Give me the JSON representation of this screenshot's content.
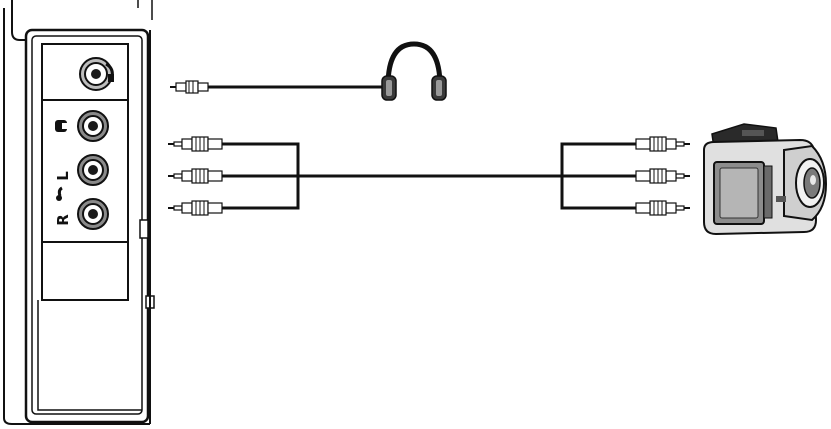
{
  "panel": {
    "jacks": [
      {
        "id": "headphone-out",
        "label": "",
        "symbol": "headphone-symbol"
      },
      {
        "id": "video-in",
        "label": "",
        "symbol": "video-symbol"
      },
      {
        "id": "audio-left",
        "label": "L",
        "symbol": "audio-symbol"
      },
      {
        "id": "audio-right",
        "label": "R",
        "symbol": ""
      }
    ]
  },
  "devices": {
    "headphones": {
      "icon": "headphones-icon"
    },
    "camcorder": {
      "icon": "camcorder-icon"
    }
  },
  "colors": {
    "line": "#111111",
    "panel_fill": "#ffffff",
    "jack_dark": "#1a1a1a",
    "body_gray": "#9a9a9a"
  }
}
